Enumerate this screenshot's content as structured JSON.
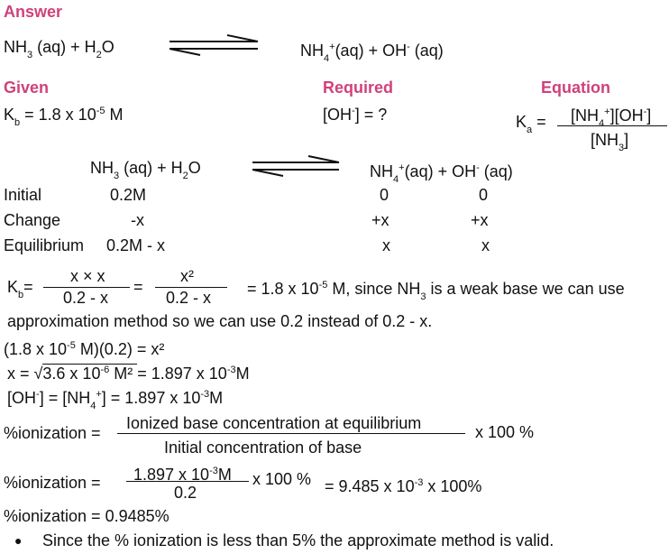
{
  "headings": {
    "answer": "Answer",
    "given": "Given",
    "required": "Required",
    "equation": "Equation"
  },
  "reaction": {
    "nh": "NH",
    "three": "3",
    "aq_plus": " (aq)  +  H",
    "two": "2",
    "o": "O",
    "four": "4",
    "plus": "+",
    "aq2": "(aq)  +  OH",
    "minus": "-",
    "aq3": "  (aq)"
  },
  "given": {
    "k": "K",
    "b": "b",
    "text": " = 1.8 x 10",
    "exp": "-5",
    "unit": " M"
  },
  "required": {
    "open": "[OH",
    "minus": "-",
    "rest": "] = ?"
  },
  "equation": {
    "k": "K",
    "a": "a",
    "eq": " =",
    "num1": "[NH",
    "four": "4",
    "plus": "+",
    "num2": "][OH",
    "minus": "-",
    "num3": "]",
    "den1": "[NH",
    "three": "3",
    "den2": "]"
  },
  "ice": {
    "rows": [
      {
        "label": "Initial",
        "c1": "0.2M",
        "c2": "0",
        "c3": "0"
      },
      {
        "label": "Change",
        "c1": "-x",
        "c2": "+x",
        "c3": "+x"
      },
      {
        "label": "Equilibrium",
        "c1": "0.2M - x",
        "c2": "x",
        "c3": "x"
      }
    ]
  },
  "kb_expr": {
    "k": "K",
    "b": "b",
    "eq": "=",
    "num1": "x × x",
    "den1": "0.2 - x",
    "eq2": "=",
    "num2": "x²",
    "den2": "0.2 - x",
    "rest1": "= 1.8 x 10",
    "exp": "-5",
    "rest2": " M, since NH",
    "three": "3",
    "rest3": " is a weak base we can use",
    "line2": "approximation method so we can use  0.2 instead of 0.2 - x."
  },
  "steps": {
    "s1a": "(1.8 x 10",
    "s1exp": "-5",
    "s1b": " M)(0.2) = x²",
    "s2a": "x = ",
    "s2root": "√",
    "s2b": "3.6 x 10",
    "s2exp": "-6",
    "s2c": " M² ",
    "s2d": " =  1.897 x 10",
    "s2exp2": "-3",
    "s2e": "M",
    "s3a": "[OH",
    "s3minus": "-",
    "s3b": "] = [NH",
    "s3four": "4",
    "s3plus": "+",
    "s3c": "] =  1.897 x 10",
    "s3exp": "-3",
    "s3d": "M"
  },
  "ionization": {
    "label": "%ionization =",
    "num": "Ionized base concentration at equilibrium",
    "den": "Initial concentration of base",
    "times": "x 100 %",
    "label2": "%ionization =",
    "num2a": "1.897 x 10",
    "num2exp": "-3",
    "num2b": "M",
    "den2": "0.2",
    "times2": "x 100 %",
    "res_a": "= 9.485 x 10",
    "res_exp": "-3",
    "res_b": " x 100%",
    "final": "%ionization = 0.9485%",
    "bullet": "●",
    "conclusion": "Since the % ionization is less than 5% the approximate method is valid."
  }
}
